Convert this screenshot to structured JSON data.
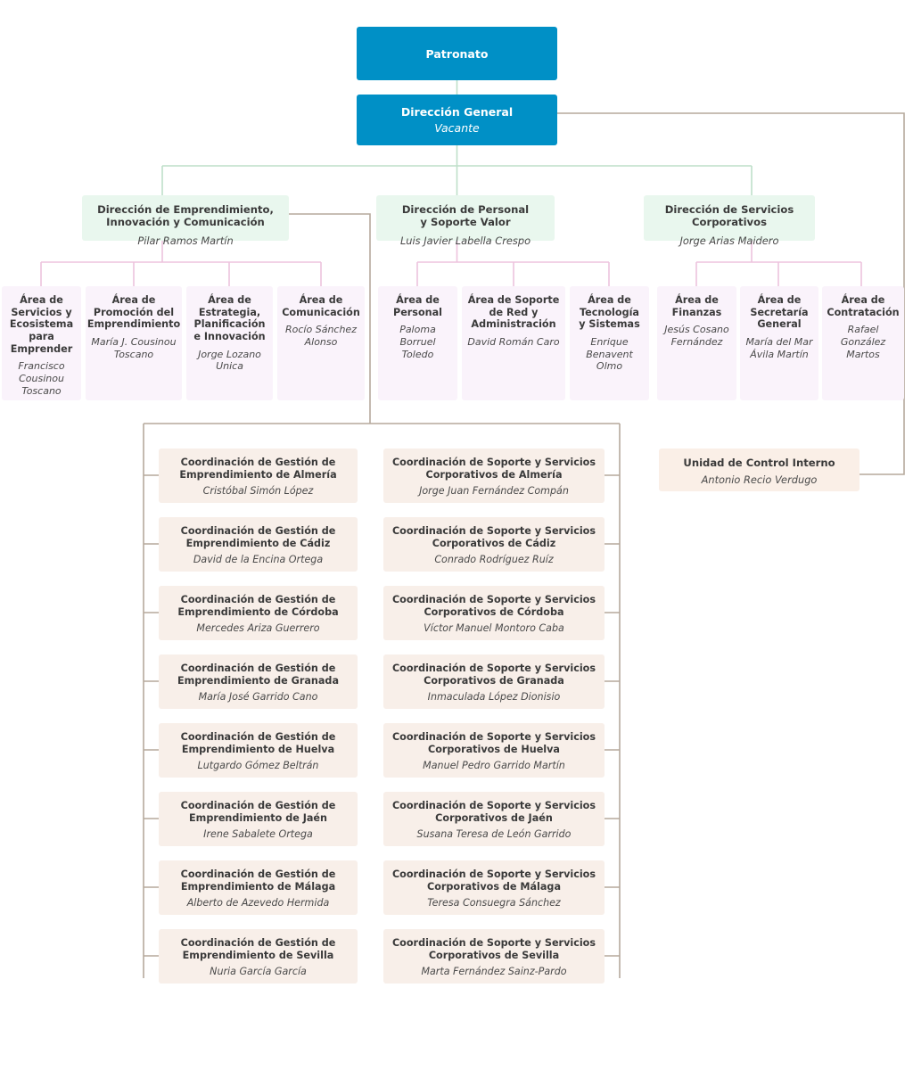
{
  "colors": {
    "board_fill": "#0090c6",
    "board_text": "#ffffff",
    "direction_fill": "#e9f7ee",
    "area_fill": "#faf3fb",
    "coordination_fill": "#f8efe9",
    "staff_fill": "#faefe7",
    "connector_green": "#bedfc9",
    "connector_pink": "#edc3dd",
    "connector_tan": "#b5a99c"
  },
  "board": {
    "title": "Patronato",
    "person": ""
  },
  "general_direction": {
    "title": "Dirección General",
    "person": "Vacante"
  },
  "control_unit": {
    "title": "Unidad de Control Interno",
    "person": "Antonio Recio Verdugo"
  },
  "directions": [
    {
      "title": "Dirección de Emprendimiento,\nInnovación y Comunicación",
      "title_lines": [
        "Dirección de Emprendimiento,",
        "Innovación y Comunicación"
      ],
      "person": "Pilar Ramos Martín"
    },
    {
      "title": "Dirección de Personal\ny Soporte Valor",
      "title_lines": [
        "Dirección de Personal",
        "y Soporte Valor"
      ],
      "person": "Luis Javier Labella Crespo"
    },
    {
      "title": "Dirección de Servicios\nCorporativos",
      "title_lines": [
        "Dirección de Servicios",
        "Corporativos"
      ],
      "person": "Jorge Arias Maidero"
    }
  ],
  "areas": [
    {
      "title": "Área de Servicios y Ecosistema para Emprender",
      "person": "Francisco Cousinou Toscano",
      "parent": "Dirección de Emprendimiento, Innovación y Comunicación"
    },
    {
      "title": "Área de Promoción del Emprendimiento",
      "person": "María J. Cousinou Toscano",
      "parent": "Dirección de Emprendimiento, Innovación y Comunicación"
    },
    {
      "title": "Área de Estrategia, Planificación e Innovación",
      "person": "Jorge Lozano Unica",
      "parent": "Dirección de Emprendimiento, Innovación y Comunicación"
    },
    {
      "title": "Área de Comunicación",
      "person": "Rocío Sánchez Alonso",
      "parent": "Dirección de Emprendimiento, Innovación y Comunicación"
    },
    {
      "title": "Área de Personal",
      "person": "Paloma Borruel Toledo",
      "parent": "Dirección de Personal y Soporte Valor"
    },
    {
      "title": "Área de Soporte de Red y Administración",
      "person": "David Román Caro",
      "parent": "Dirección de Personal y Soporte Valor"
    },
    {
      "title": "Área de Tecnología y Sistemas",
      "person": "Enrique Benavent Olmo",
      "parent": "Dirección de Personal y Soporte Valor"
    },
    {
      "title": "Área de Finanzas",
      "person": "Jesús Cosano Fernández",
      "parent": "Dirección de Servicios Corporativos"
    },
    {
      "title": "Área de Secretaría General",
      "person": "María del Mar Ávila Martín",
      "parent": "Dirección de Servicios Corporativos"
    },
    {
      "title": "Área de Contratación",
      "person": "Rafael González Martos",
      "parent": "Dirección de Servicios Corporativos"
    }
  ],
  "coordinations_left": [
    {
      "title": "Coordinación de Gestión de Emprendimiento de Almería",
      "person": "Cristóbal Simón López"
    },
    {
      "title": "Coordinación de Gestión de Emprendimiento de Cádiz",
      "person": "David de la Encina Ortega"
    },
    {
      "title": "Coordinación de Gestión de Emprendimiento de Córdoba",
      "person": "Mercedes Ariza Guerrero"
    },
    {
      "title": "Coordinación de Gestión de Emprendimiento de Granada",
      "person": "María José Garrido Cano"
    },
    {
      "title": "Coordinación de Gestión de Emprendimiento de Huelva",
      "person": "Lutgardo Gómez Beltrán"
    },
    {
      "title": "Coordinación de Gestión de Emprendimiento de Jaén",
      "person": "Irene Sabalete Ortega"
    },
    {
      "title": "Coordinación de Gestión de Emprendimiento de Málaga",
      "person": "Alberto de Azevedo Hermida"
    },
    {
      "title": "Coordinación de Gestión de Emprendimiento de Sevilla",
      "person": "Nuria García García"
    }
  ],
  "coordinations_right": [
    {
      "title": "Coordinación de Soporte y Servicios Corporativos de Almería",
      "person": "Jorge Juan Fernández Compán"
    },
    {
      "title": "Coordinación de Soporte y Servicios Corporativos de Cádiz",
      "person": "Conrado Rodríguez Ruíz"
    },
    {
      "title": "Coordinación de Soporte y Servicios Corporativos de Córdoba",
      "person": "Víctor Manuel Montoro Caba"
    },
    {
      "title": "Coordinación de Soporte y Servicios Corporativos de Granada",
      "person": "Inmaculada López Dionisio"
    },
    {
      "title": "Coordinación de Soporte y Servicios Corporativos de Huelva",
      "person": "Manuel Pedro Garrido Martín"
    },
    {
      "title": "Coordinación de Soporte y Servicios Corporativos de Jaén",
      "person": "Susana Teresa de León Garrido"
    },
    {
      "title": "Coordinación de Soporte y Servicios Corporativos de Málaga",
      "person": "Teresa Consuegra Sánchez"
    },
    {
      "title": "Coordinación de Soporte y Servicios Corporativos de Sevilla",
      "person": "Marta Fernández Sainz-Pardo"
    }
  ]
}
